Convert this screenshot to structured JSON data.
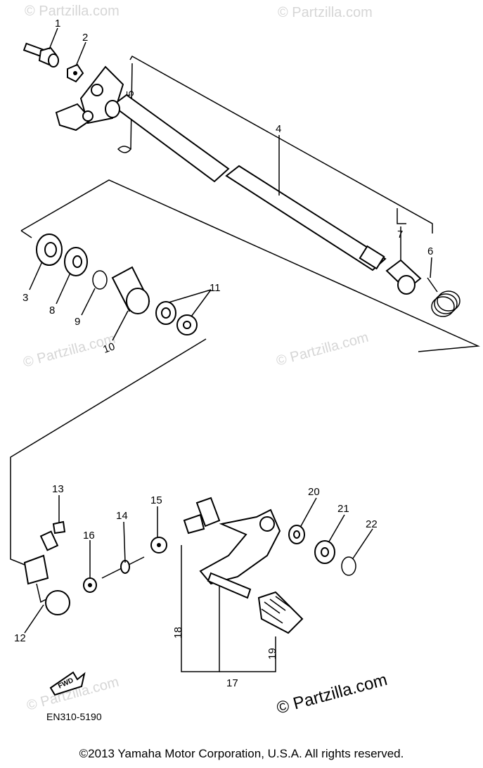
{
  "watermark": "© Partzilla.com",
  "brand_mark": "© Partzilla.com",
  "diagram_code": "EN310-5190",
  "fwd_label": "FWD",
  "copyright": "©2013  Yamaha Motor Corporation, U.S.A. All rights reserved.",
  "callouts": [
    "1",
    "2",
    "3",
    "4",
    "5",
    "6",
    "7",
    "8",
    "9",
    "10",
    "11",
    "12",
    "13",
    "14",
    "15",
    "16",
    "17",
    "18",
    "19",
    "20",
    "21",
    "22"
  ]
}
